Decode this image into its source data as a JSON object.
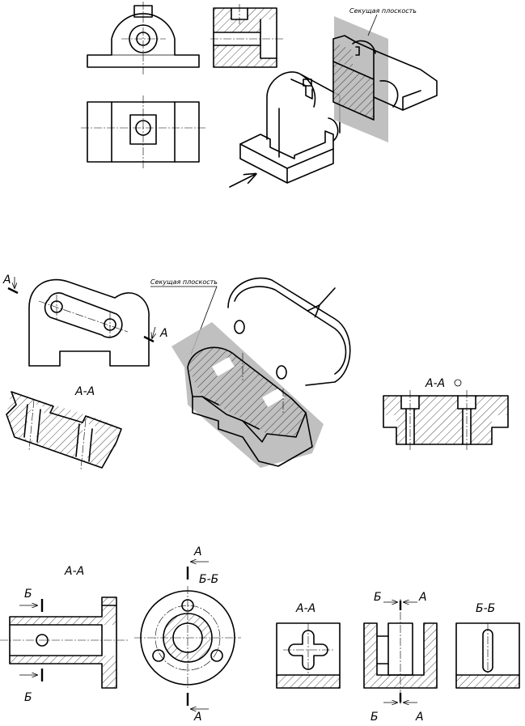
{
  "fig1": {
    "plane_label": "Секущая плоскость"
  },
  "fig2": {
    "plane_label": "Секущая плоскость",
    "mark_a": "А",
    "section_aa": "А-А",
    "section_aa_rotated": "А-А"
  },
  "fig3": {
    "left": {
      "section_title": "А-А",
      "b_top": "Б",
      "b_bottom": "Б"
    },
    "round": {
      "a_top": "А",
      "bb_title": "Б-Б",
      "a_bottom": "А"
    },
    "right": {
      "aa_title": "А-А",
      "b_top": "Б",
      "a_top": "А",
      "b_bottom": "Б",
      "a_bottom": "А",
      "bb_title": "Б-Б"
    }
  }
}
